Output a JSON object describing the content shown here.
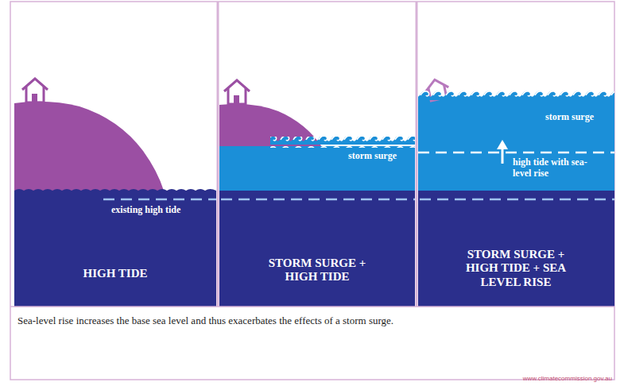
{
  "diagram": {
    "caption": "Sea-level rise increases the base sea level and thus exacerbates the effects of a storm surge.",
    "labels": [
      "existing high tide",
      "HIGH TIDE",
      "storm surge",
      "STORM SURGE + HIGH TIDE",
      "storm surge",
      "high tide with sea-level rise",
      "STORM SURGE + HIGH TIDE + SEA LEVEL RISE",
      "www.climatecommission.gov.au"
    ]
  }
}
